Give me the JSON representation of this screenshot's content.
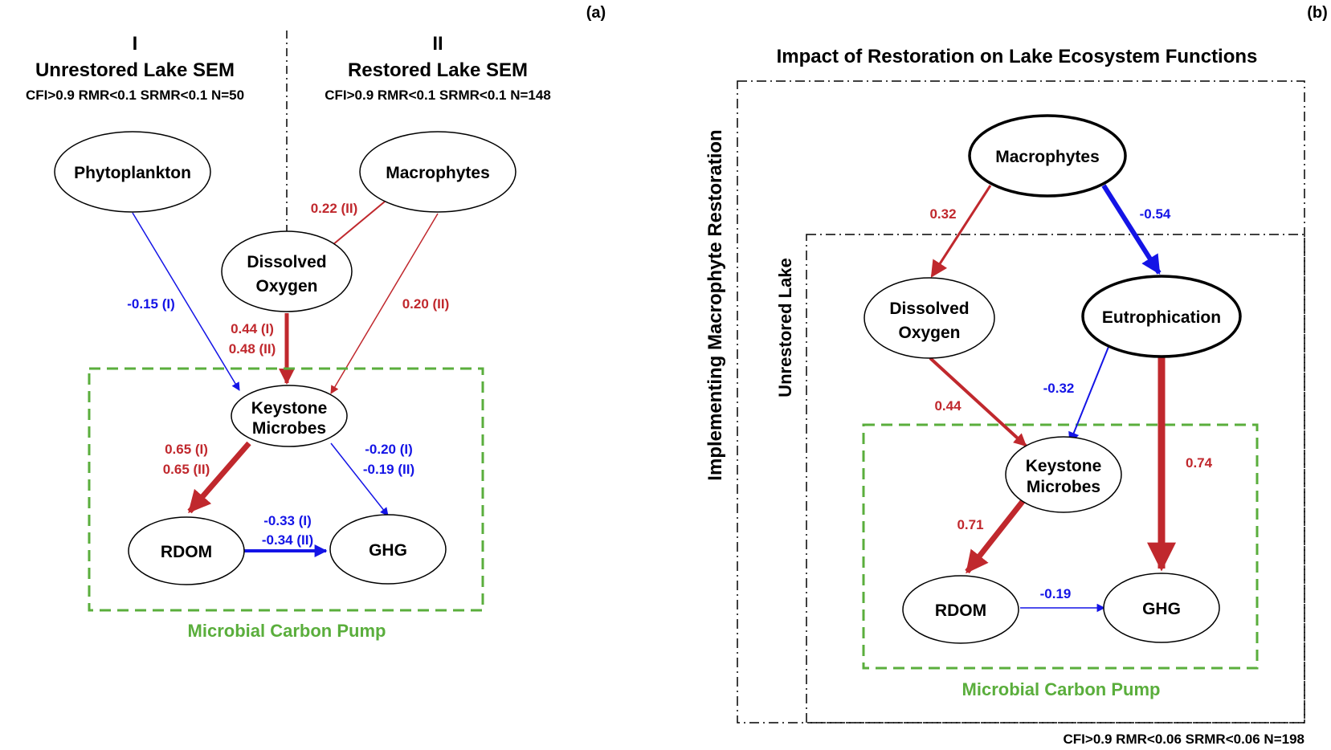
{
  "colors": {
    "positive": "#c0282d",
    "negative": "#1414e6",
    "pump": "#5aae3c",
    "ink": "#000000"
  },
  "panel_a": {
    "tag": "(a)",
    "left_roman": "I",
    "left_title": "Unrestored Lake SEM",
    "left_fit": "CFI>0.9 RMR<0.1 SRMR<0.1 N=50",
    "right_roman": "II",
    "right_title": "Restored Lake SEM",
    "right_fit": "CFI>0.9 RMR<0.1 SRMR<0.1 N=148",
    "nodes": {
      "phytoplankton": "Phytoplankton",
      "macrophytes": "Macrophytes",
      "dissolved_1": "Dissolved",
      "dissolved_2": "Oxygen",
      "keystone_1": "Keystone",
      "keystone_2": "Microbes",
      "rdom": "RDOM",
      "ghg": "GHG"
    },
    "edges": {
      "macro_do": "0.22 (II)",
      "phyto_key": "-0.15 (I)",
      "macro_key": "0.20 (II)",
      "do_key_1": "0.44 (I)",
      "do_key_2": "0.48 (II)",
      "key_rdom_1": "0.65 (I)",
      "key_rdom_2": "0.65 (II)",
      "key_ghg_1": "-0.20 (I)",
      "key_ghg_2": "-0.19 (II)",
      "rdom_ghg_1": "-0.33 (I)",
      "rdom_ghg_2": "-0.34 (II)"
    },
    "pump_label": "Microbial Carbon Pump"
  },
  "panel_b": {
    "tag": "(b)",
    "title": "Impact of Restoration on Lake Ecosystem Functions",
    "outer_label": "Implementing Macrophyte Restoration",
    "inner_label": "Unrestored Lake",
    "fit": "CFI>0.9 RMR<0.06 SRMR<0.06 N=198",
    "nodes": {
      "macrophytes": "Macrophytes",
      "dissolved_1": "Dissolved",
      "dissolved_2": "Oxygen",
      "eutrophication": "Eutrophication",
      "keystone_1": "Keystone",
      "keystone_2": "Microbes",
      "rdom": "RDOM",
      "ghg": "GHG"
    },
    "edges": {
      "macro_do": "0.32",
      "macro_eut": "-0.54",
      "do_key": "0.44",
      "eut_key": "-0.32",
      "eut_ghg": "0.74",
      "key_rdom": "0.71",
      "rdom_ghg": "-0.19"
    },
    "pump_label": "Microbial Carbon Pump"
  }
}
